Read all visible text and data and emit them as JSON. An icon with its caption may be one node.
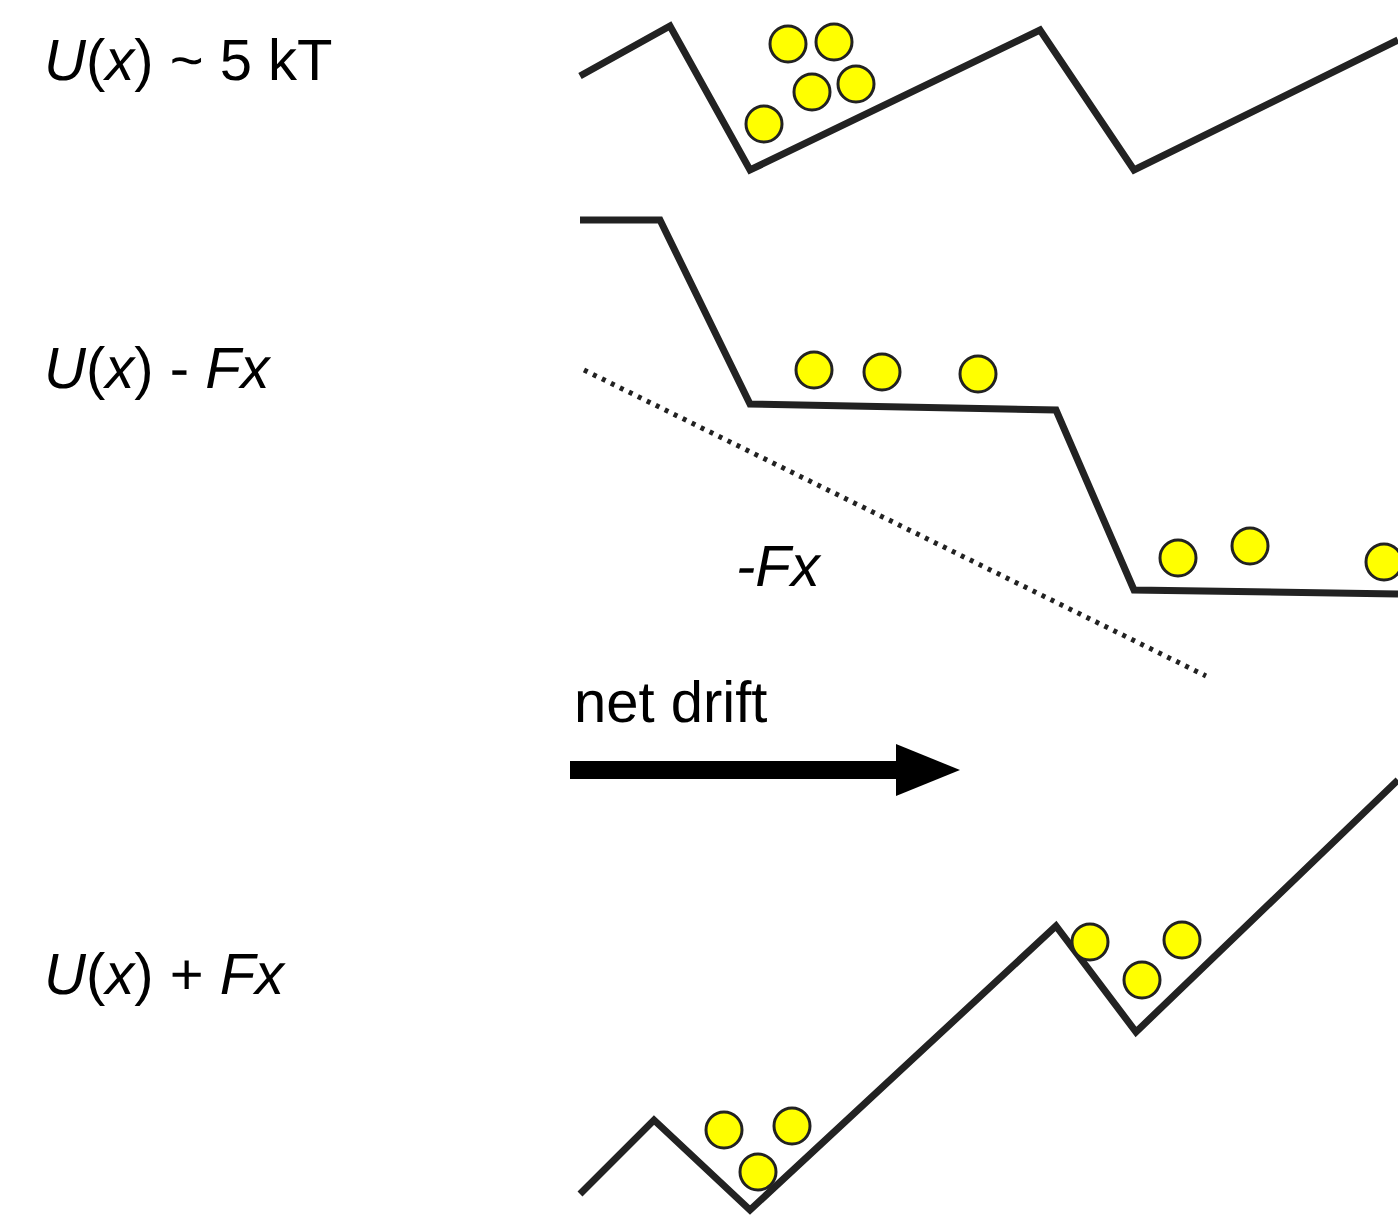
{
  "diagram": {
    "labels": [
      "*U*(*x*) ~ 5 kT",
      "*U*(*x*) - *Fx*",
      "-Fx",
      "net drift",
      "*U*(*x*) + *Fx*"
    ]
  }
}
